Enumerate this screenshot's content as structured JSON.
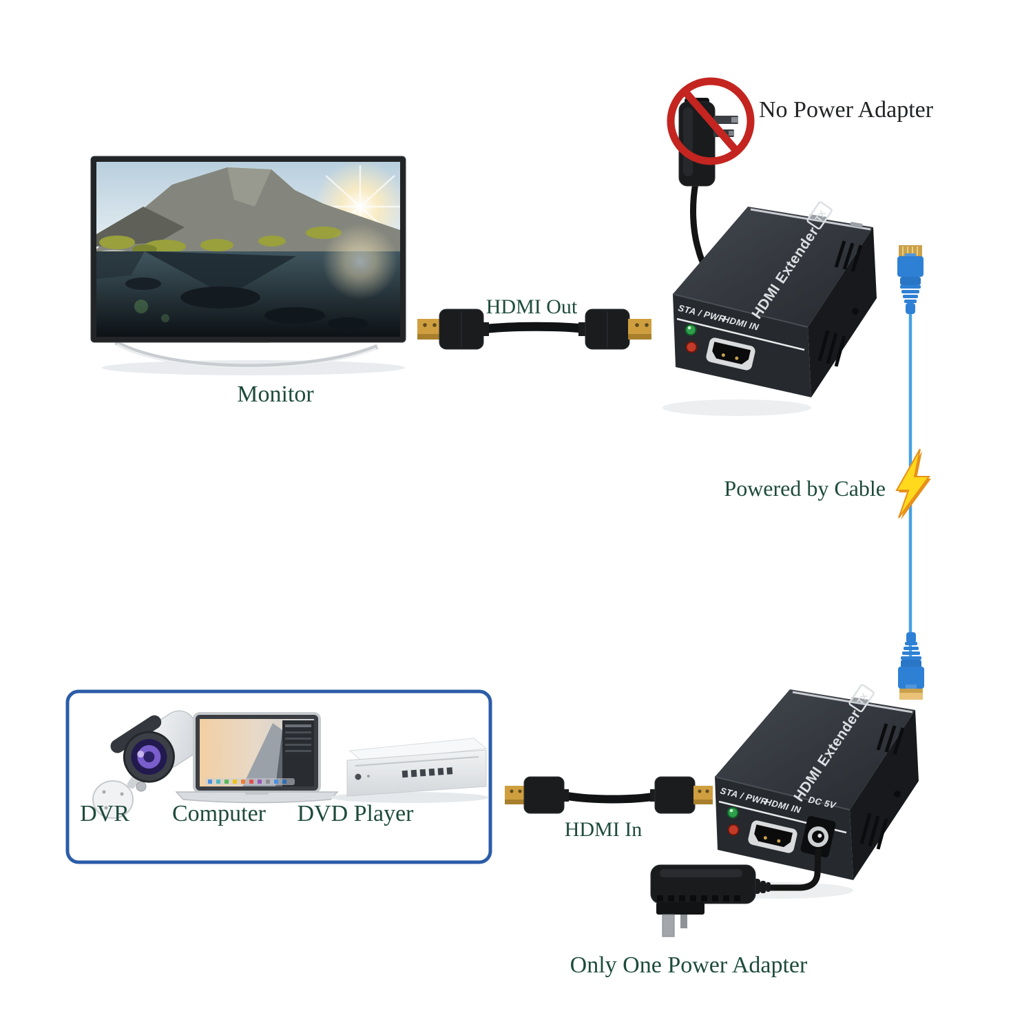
{
  "diagram": {
    "monitor_label": "Monitor",
    "hdmi_out_label": "HDMI Out",
    "hdmi_in_label": "HDMI In",
    "no_power_adapter_label": "No Power Adapter",
    "powered_by_cable_label": "Powered by Cable",
    "only_one_power_adapter_label": "Only One Power Adapter",
    "source_devices": {
      "dvr": "DVR",
      "computer": "Computer",
      "dvd_player": "DVD Player"
    }
  },
  "extender": {
    "top_label": "HDMI Extender",
    "badge": "TX",
    "sta_pwr": "STA / PWR",
    "hdmi_in": "HDMI IN",
    "dc_5v": "DC 5V"
  },
  "colors": {
    "label_green": "#1e4b3c",
    "label_dark": "#212326",
    "prohibition_red": "#c42520",
    "ethernet_blue": "#46a1e4",
    "device_box_border": "#2b5ca8",
    "lightning_yellow": "#ffd91c",
    "rj45_blue": "#2e80d4"
  }
}
